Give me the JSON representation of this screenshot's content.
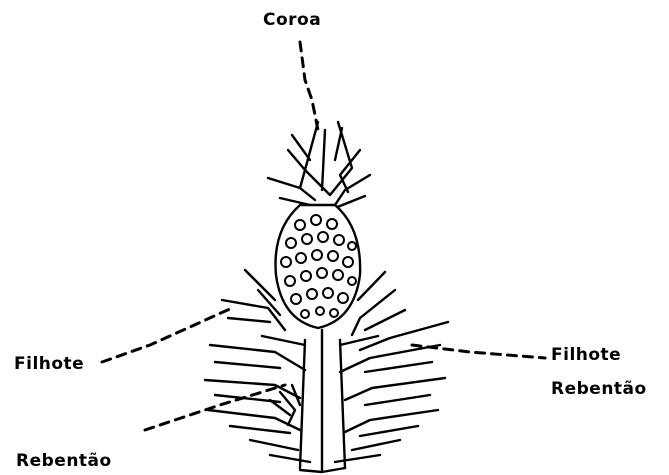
{
  "labels": {
    "coroa": "Coroa",
    "filhote_left": "Filhote",
    "filhote_right": "Filhote",
    "rebentao_right": "Rebentão",
    "rebentao_bottom": "Rebentão"
  },
  "colors": {
    "ink": "#000000",
    "paper": "#ffffff"
  }
}
